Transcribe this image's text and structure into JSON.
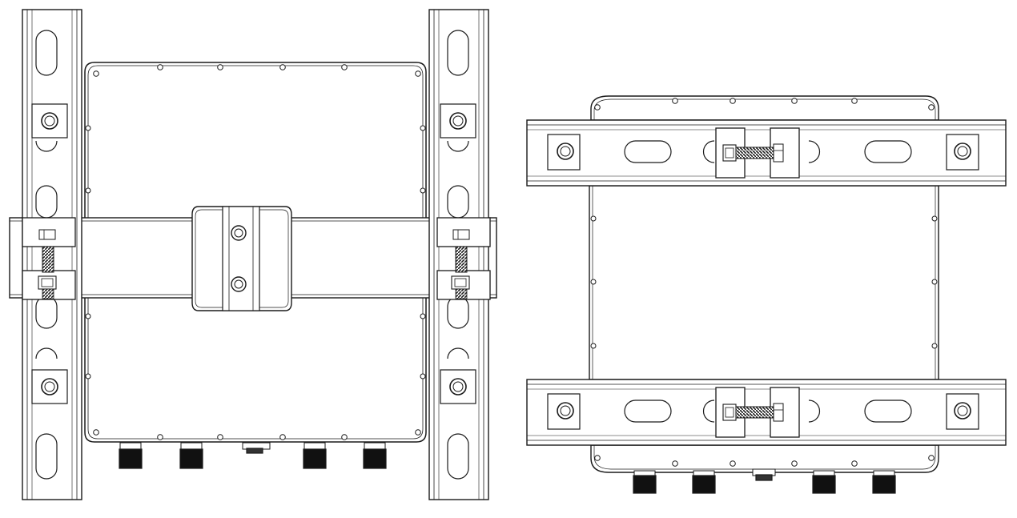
{
  "figure": {
    "views": [
      {
        "name": "vertical-pole-mount-view",
        "connectors": 4,
        "ground_lugs": 1
      },
      {
        "name": "horizontal-rail-mount-view",
        "connectors": 4,
        "ground_lugs": 1
      }
    ],
    "colors": {
      "line": "#1a1a1a",
      "fill": "#ffffff",
      "connector": "#111111",
      "bolt_thread": "#222222"
    }
  }
}
